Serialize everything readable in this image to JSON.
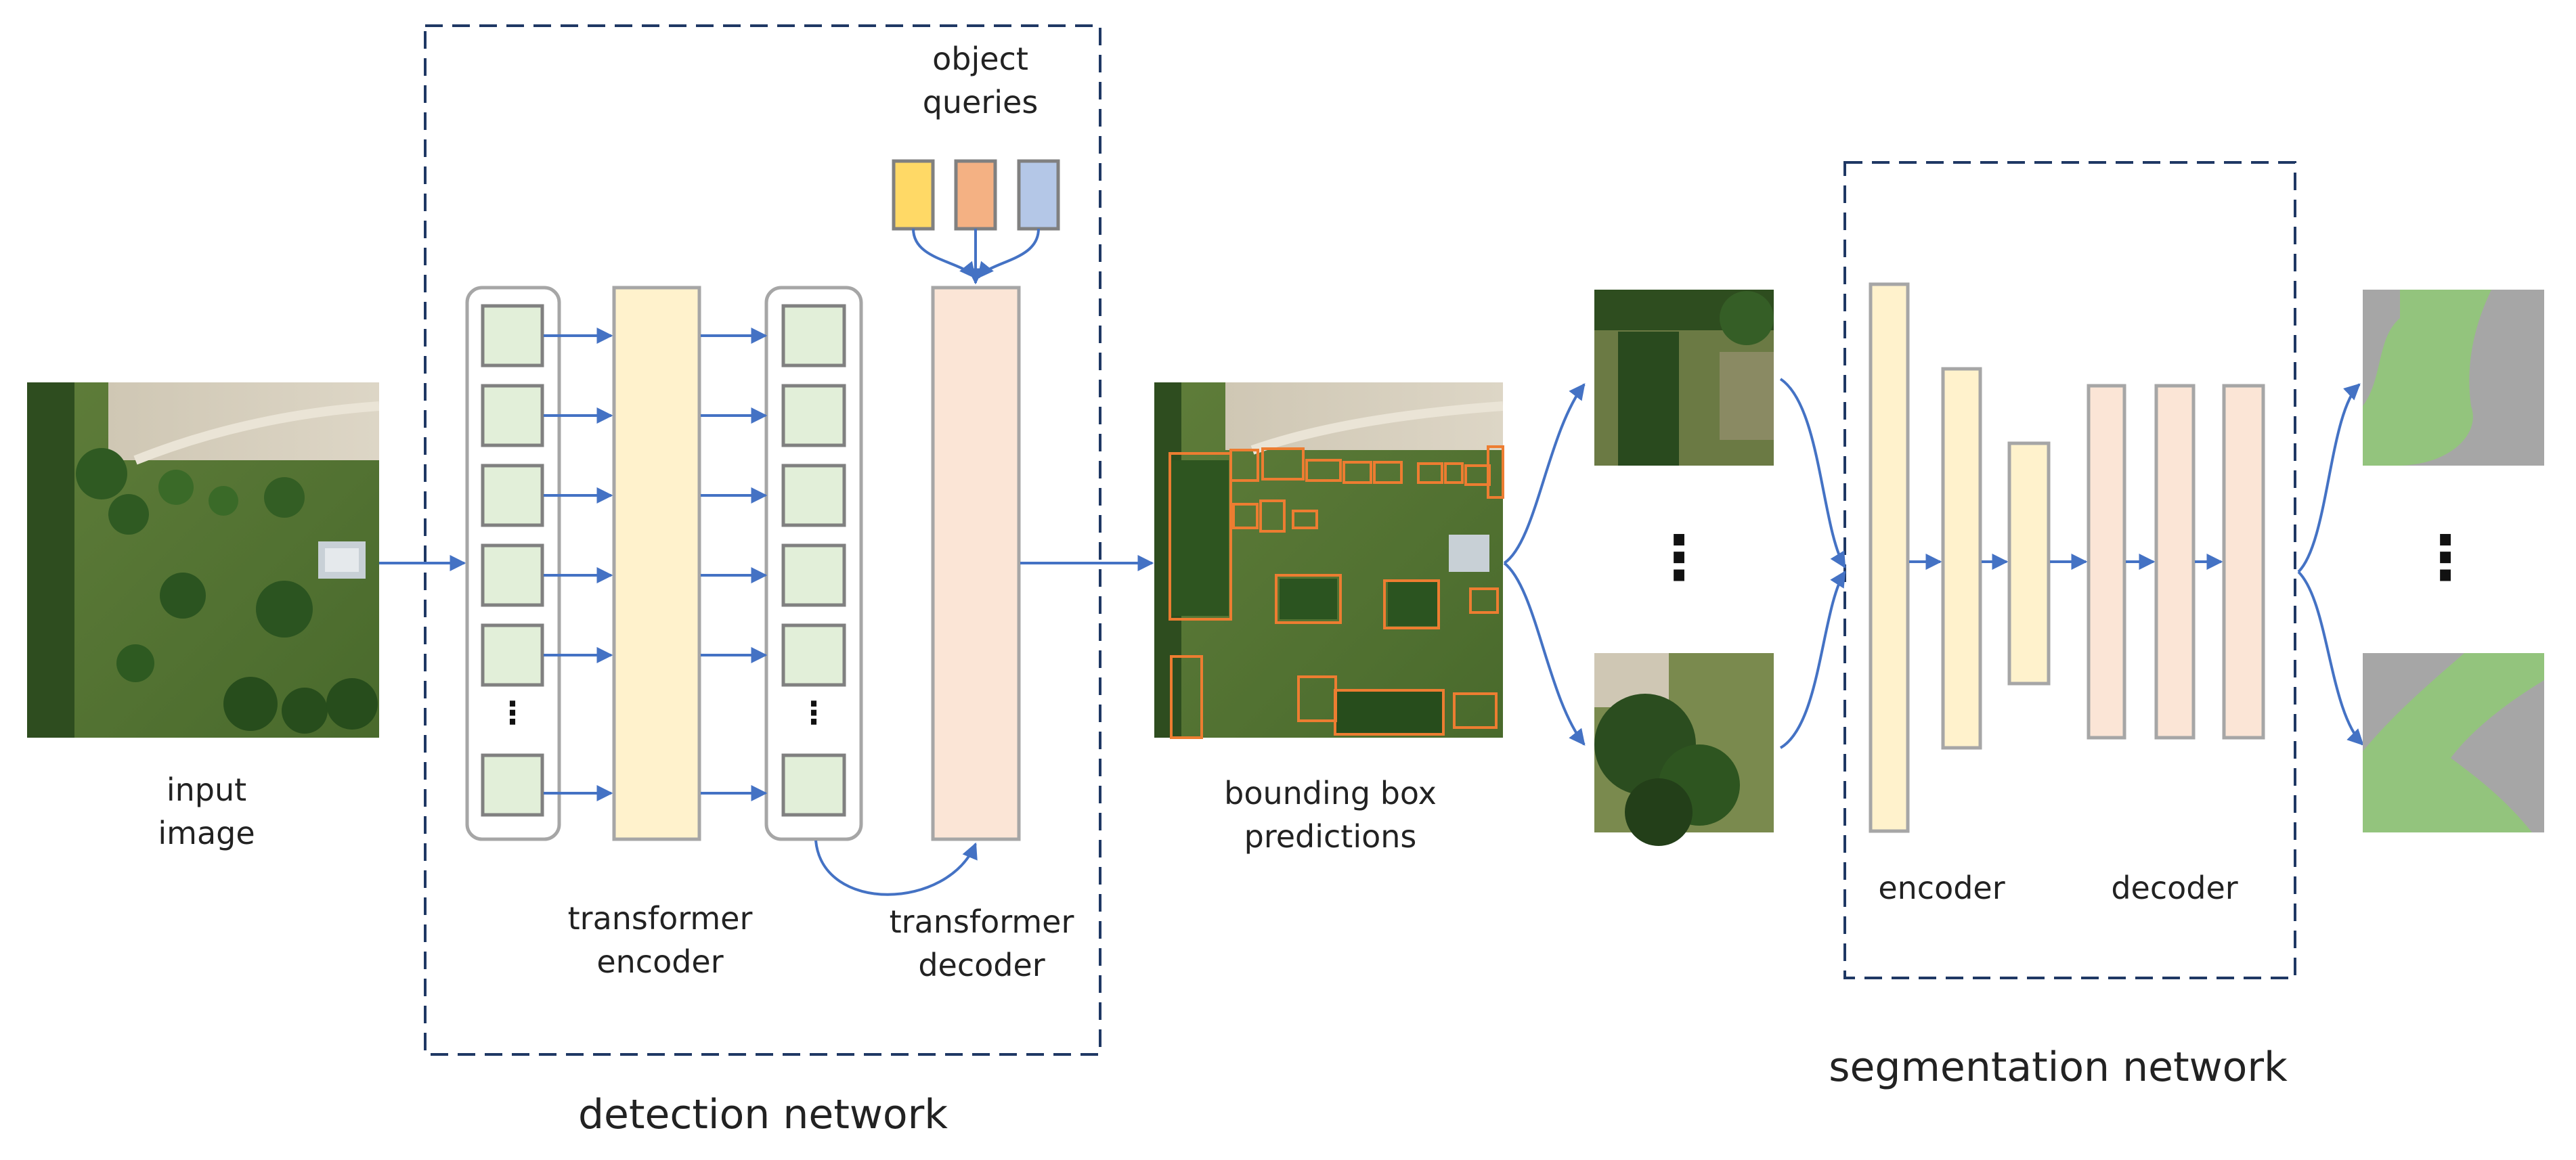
{
  "labels": {
    "input_image": [
      "input",
      "image"
    ],
    "object_queries": [
      "object",
      "queries"
    ],
    "transformer_encoder": [
      "transformer",
      "encoder"
    ],
    "transformer_decoder": [
      "transformer",
      "decoder"
    ],
    "bounding_box_predictions": [
      "bounding box",
      "predictions"
    ],
    "encoder": "encoder",
    "decoder": "decoder",
    "detection_network": "detection network",
    "segmentation_network": "segmentation network"
  },
  "colors": {
    "arrow": "#4472c4",
    "dashed_border": "#1f3864",
    "token_fill": "#e2efd9",
    "encoder_fill": "#fff2cc",
    "decoder_fill": "#fbe5d6",
    "box_outline": "#a6a6a6",
    "bbox_outline": "#ed7d31",
    "query_yellow": "#ffd966",
    "query_orange": "#f4b183",
    "query_blue": "#b4c7e7",
    "mask_green": "#93c47d",
    "mask_gray": "#a6a6a6"
  }
}
